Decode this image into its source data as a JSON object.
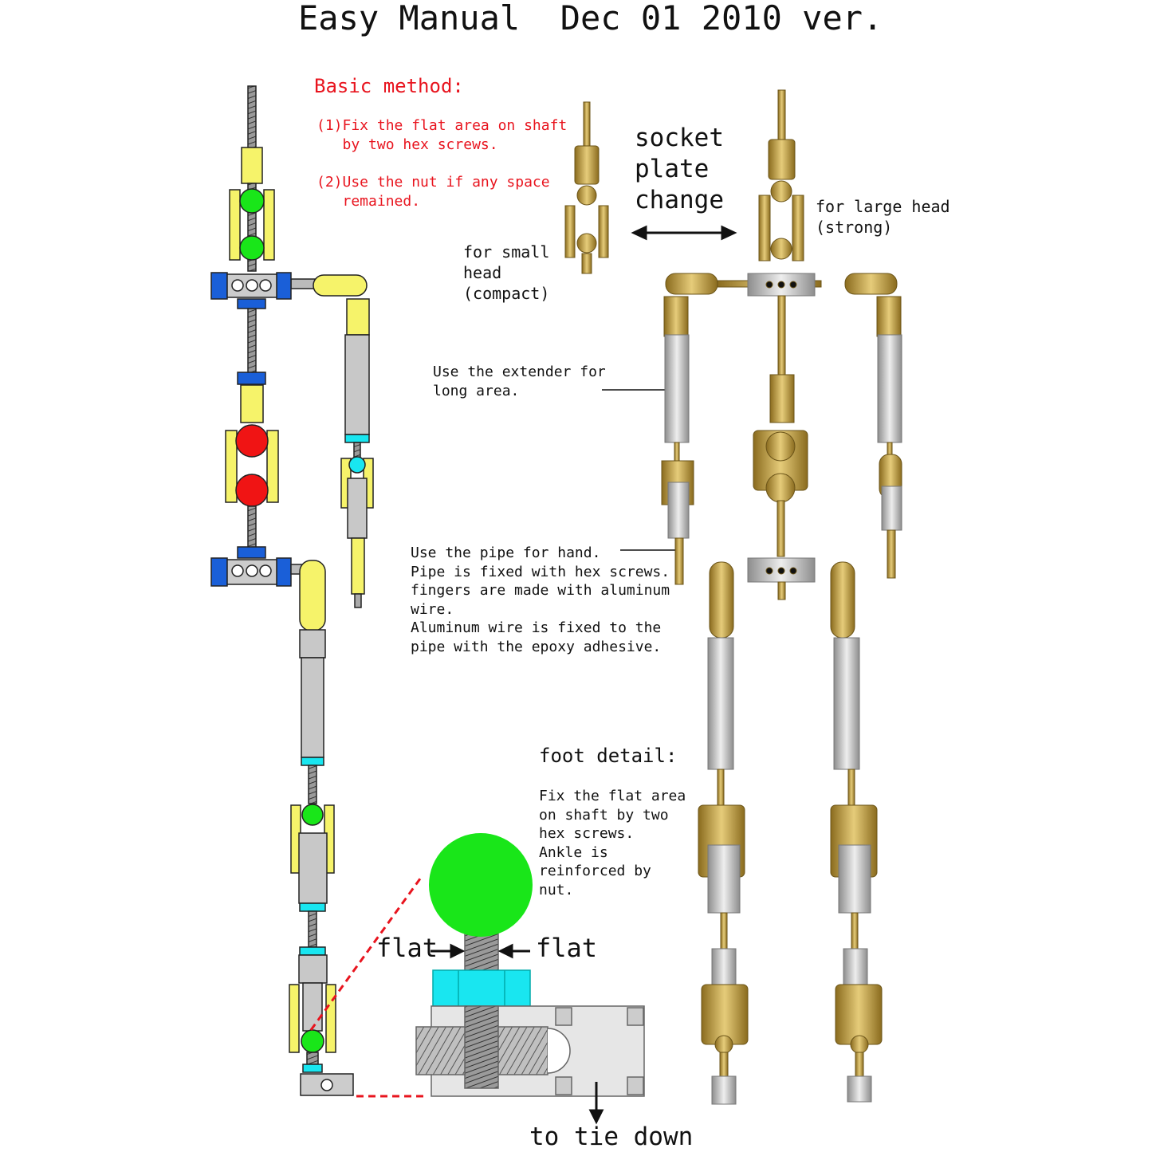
{
  "title": "Easy Manual  Dec 01 2010 ver.",
  "basic_method": {
    "heading": "Basic method:",
    "lines": [
      "(1)Fix the flat area on shaft",
      "   by two hex screws.",
      "(2)Use the nut if any space",
      "   remained."
    ]
  },
  "socket_change": {
    "lines": [
      "socket",
      "plate",
      "change"
    ]
  },
  "large_head": {
    "lines": [
      "for large head",
      "(strong)"
    ]
  },
  "small_head": {
    "lines": [
      "for small",
      "head",
      "(compact)"
    ]
  },
  "extender_note": {
    "lines": [
      "Use the extender for",
      "long area."
    ]
  },
  "pipe_note": {
    "lines": [
      "Use the pipe for hand.",
      "Pipe is fixed with hex screws.",
      "fingers are made with aluminum",
      "wire.",
      "Aluminum wire is fixed to the",
      "pipe with the epoxy adhesive."
    ]
  },
  "foot_detail": {
    "heading": "foot detail:",
    "lines": [
      "Fix the flat area",
      "on shaft by two",
      "hex screws.",
      "Ankle is",
      "reinforced by",
      "nut."
    ],
    "flat_left": "flat",
    "flat_right": "flat",
    "tie_down": "to tie down"
  },
  "colors": {
    "accent_red": "#e8141e",
    "yellow": "#f6f36a",
    "green": "#19e619",
    "red_ball": "#f01414",
    "blue": "#1a5fd8",
    "cyan": "#19e6f0",
    "gold": "#c9a63c",
    "silver": "#c8c8c8"
  }
}
